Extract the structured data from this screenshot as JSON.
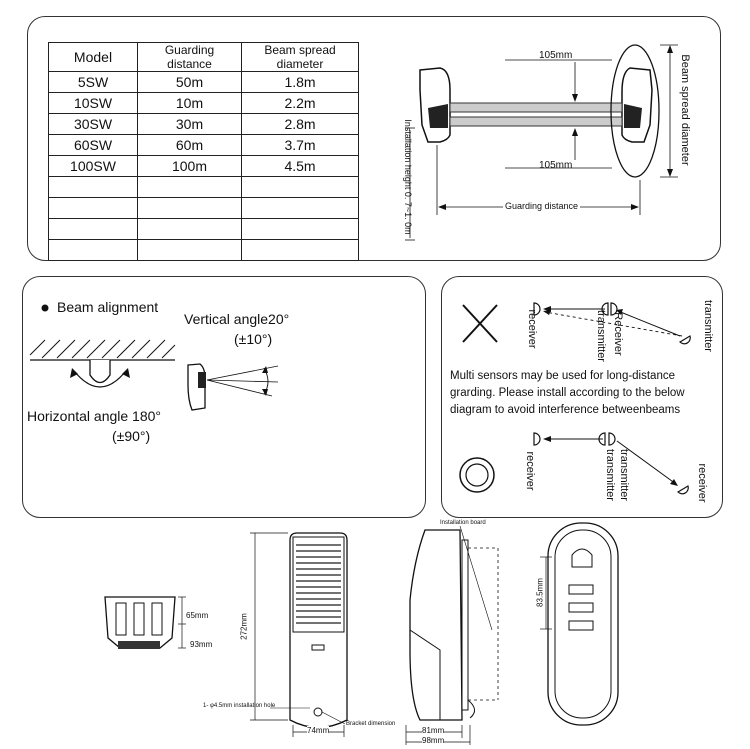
{
  "spec_table": {
    "headers": [
      "Model",
      "Guarding distance",
      "Beam spread diameter"
    ],
    "rows": [
      [
        "5SW",
        "50m",
        "1.8m"
      ],
      [
        "10SW",
        "10m",
        "2.2m"
      ],
      [
        "30SW",
        "30m",
        "2.8m"
      ],
      [
        "60SW",
        "60m",
        "3.7m"
      ],
      [
        "100SW",
        "100m",
        "4.5m"
      ]
    ],
    "blank_rows": 4
  },
  "beam_diagram": {
    "top_gap": "105mm",
    "bottom_gap": "105mm",
    "spread_label": "Beam spread diameter",
    "height_label": "Installation height 0. 7~1. 0m",
    "distance_label": "Guarding distance"
  },
  "alignment": {
    "title": "Beam alignment",
    "vertical": "Vertical angle20°",
    "vertical_tol": "(±10°)",
    "horizontal": "Horizontal angle 180°",
    "horizontal_tol": "(±90°)"
  },
  "multi": {
    "labels": {
      "receiver": "receiver",
      "transmitter": "transmitter",
      "receiver_cap": "Receiver"
    },
    "note_lines": [
      "Multi sensors may be used for long-distance",
      "grarding. Please install according to the below",
      "diagram to avoid interference betweenbeams"
    ]
  },
  "dimensions": {
    "d65": "65mm",
    "d93": "93mm",
    "d272": "272mm",
    "d74": "74mm",
    "hole": "1- φ4.5mm installation hole",
    "bracket": "Bracket dimension",
    "board": "Installation board",
    "d81": "81mm",
    "d98": "98mm",
    "d835": "83.5mm"
  }
}
